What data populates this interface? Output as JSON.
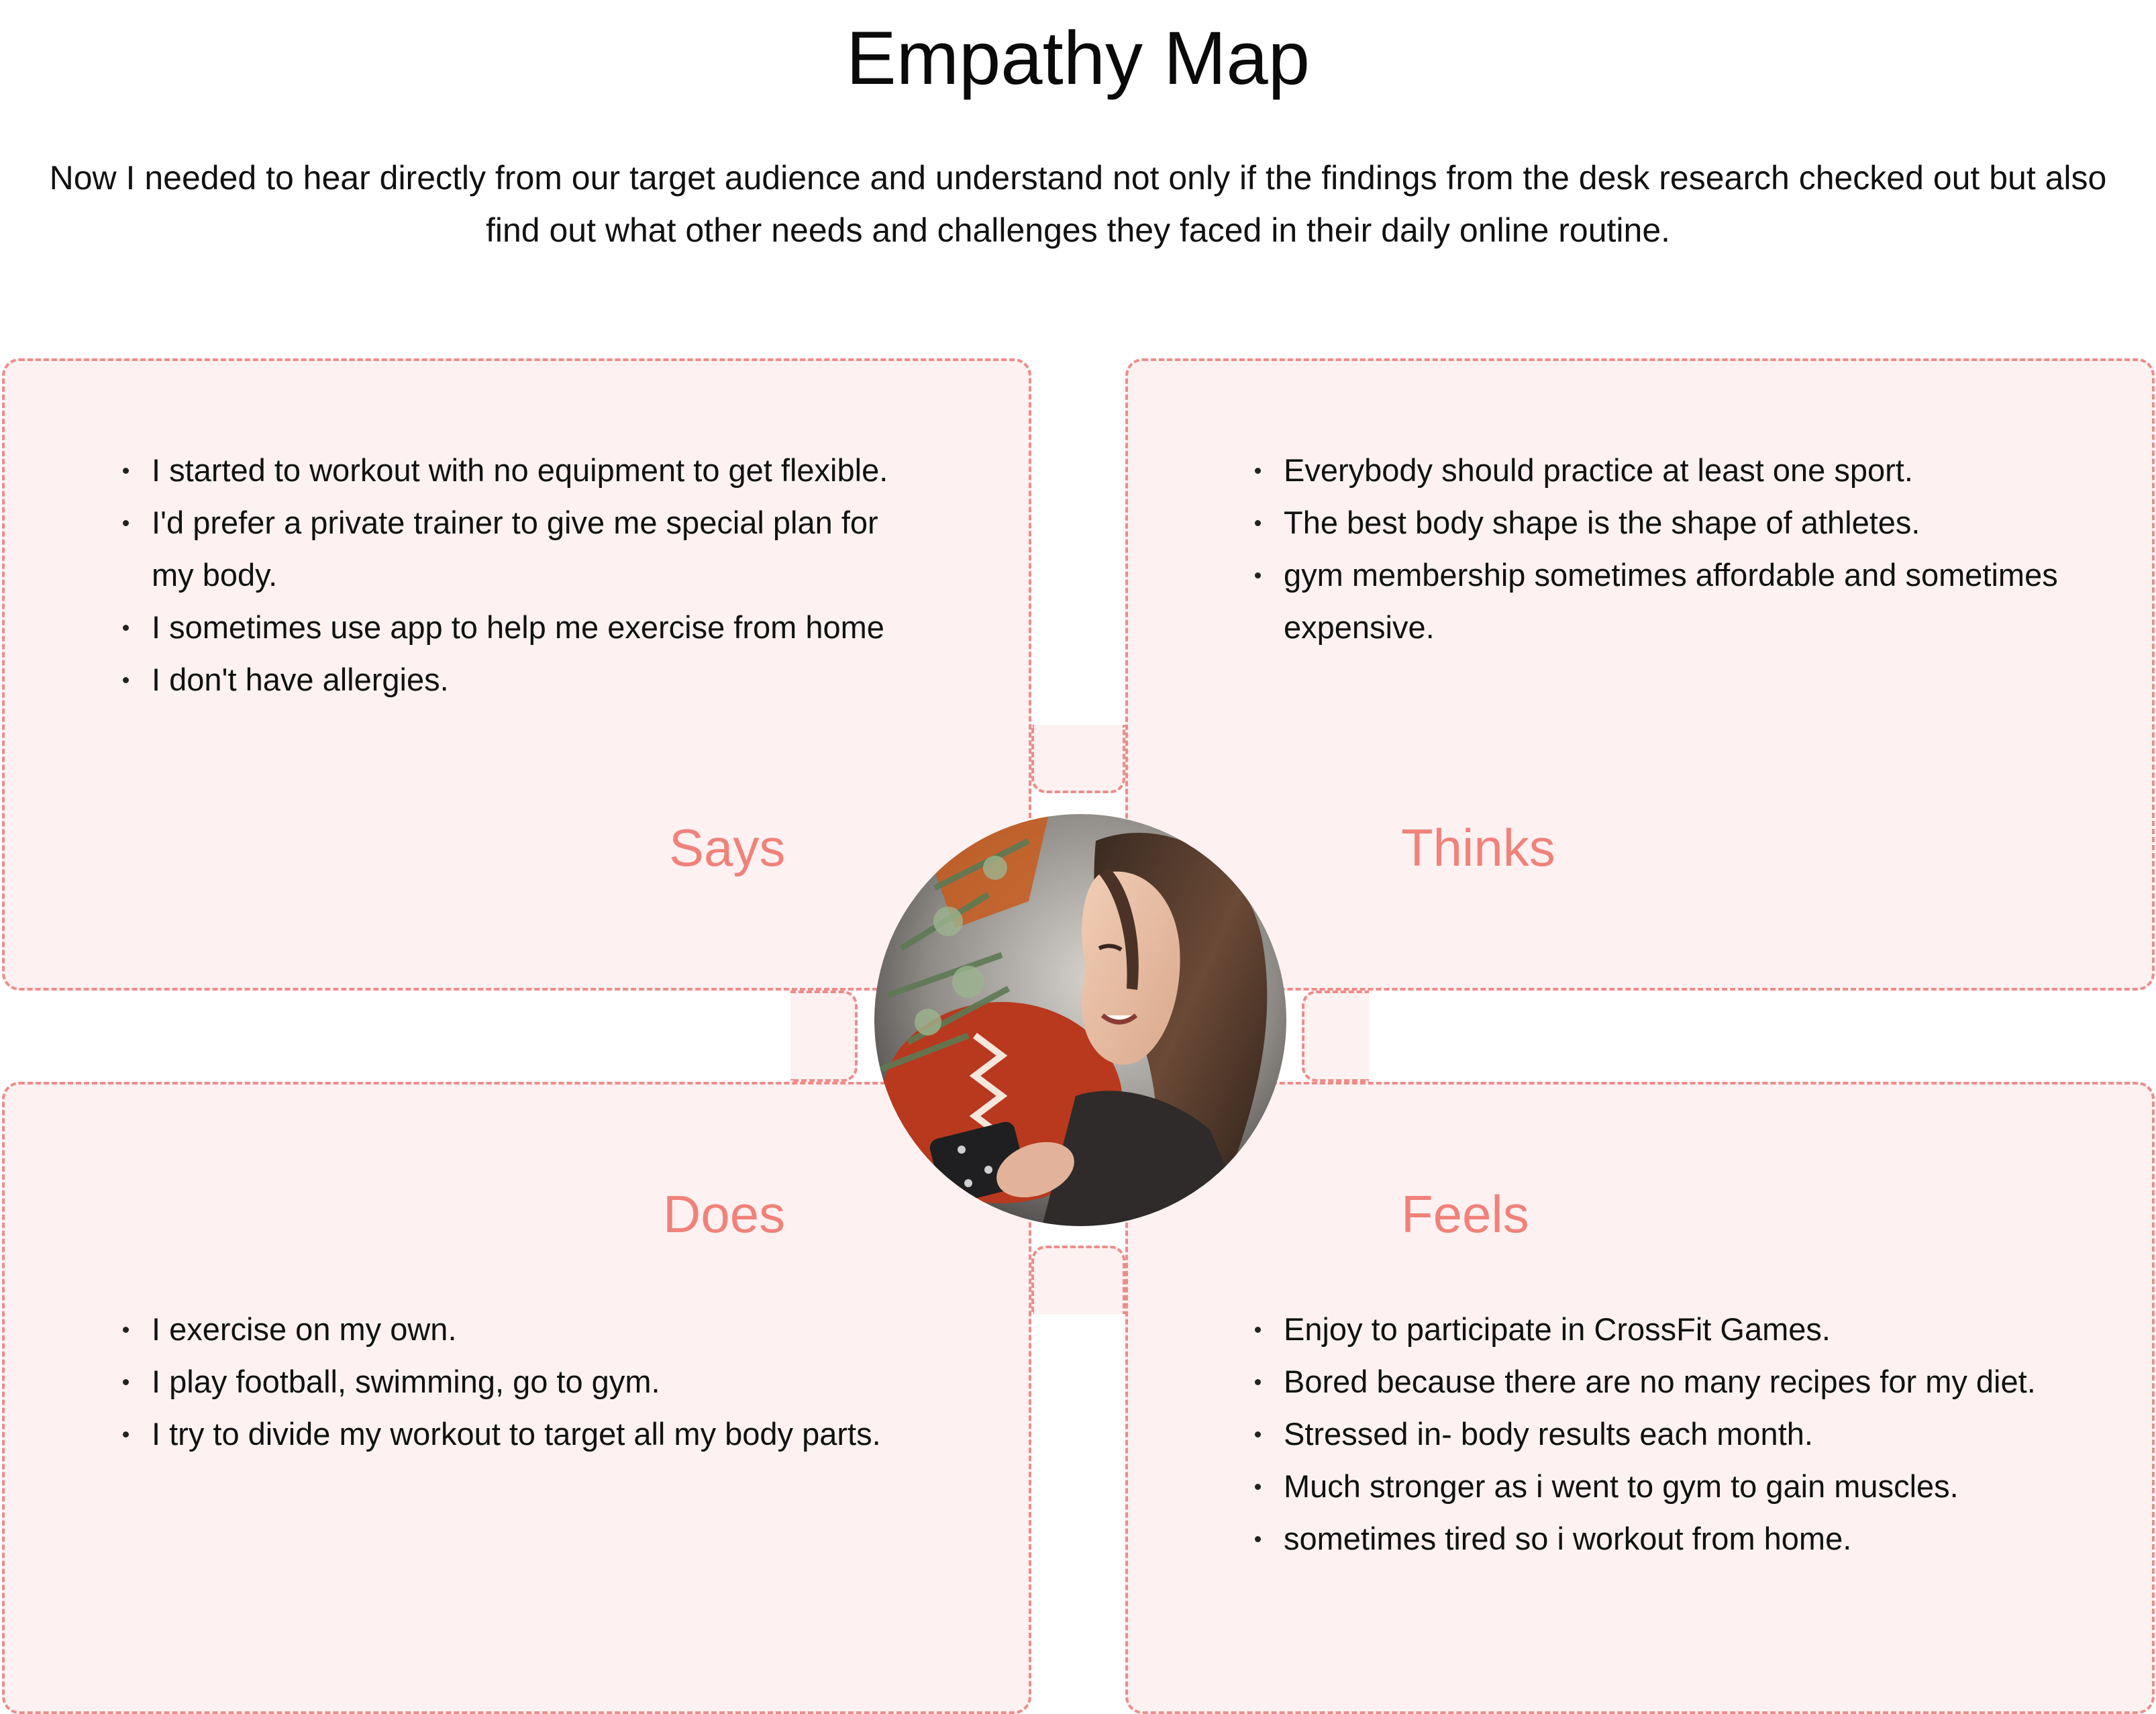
{
  "header": {
    "title": "Empathy Map",
    "intro": "Now I needed to hear directly from our target audience and understand not only if the findings from the desk research checked out but also find out what other needs and challenges they faced in their daily online routine."
  },
  "quadrants": {
    "says": {
      "label": "Says",
      "items": [
        "I started to workout with no equipment to get flexible.",
        "I'd prefer a private trainer to give me special plan for my body.",
        "I sometimes use app to help me exercise from home",
        "I don't have allergies."
      ]
    },
    "thinks": {
      "label": "Thinks",
      "items": [
        "Everybody should practice at least one sport.",
        "The best body shape is the shape of athletes.",
        "gym membership sometimes affordable and sometimes expensive."
      ]
    },
    "does": {
      "label": "Does",
      "items": [
        "I exercise on my own.",
        "I play football, swimming, go to gym.",
        "I try to divide my workout to target all my body parts."
      ]
    },
    "feels": {
      "label": "Feels",
      "items": [
        "Enjoy to participate in CrossFit Games.",
        "Bored because there are no many recipes for my diet.",
        "Stressed in- body results each month.",
        "Much stronger as i went to gym to gain muscles.",
        "sometimes tired so i workout from home."
      ]
    }
  },
  "colors": {
    "accent": "#f0827a",
    "border": "#ee8c8a",
    "panel": "#fdf1f1"
  },
  "avatar": {
    "icon": "persona-photo"
  }
}
